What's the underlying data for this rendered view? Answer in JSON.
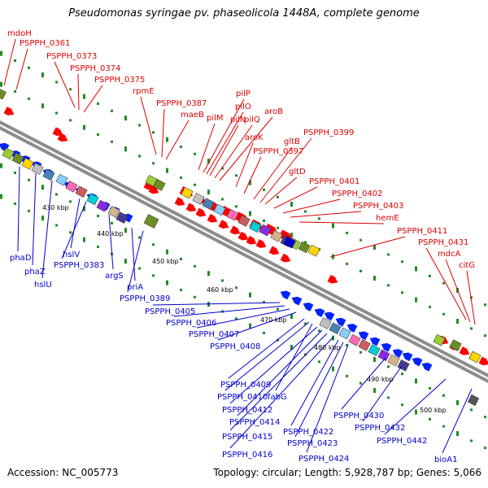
{
  "title": "Pseudomonas syringae pv. phaseolicola 1448A, complete genome",
  "footer": {
    "accession": "Accession: NC_005773",
    "topology": "Topology: circular; Length: 5,928,787 bp; Genes: 5,066"
  },
  "colors": {
    "forward_label": "#dd0000",
    "reverse_label": "#0000cc",
    "forward_gene": "#ff0000",
    "reverse_gene": "#0022ff",
    "backbone": "#8c8c8c",
    "dot": "#228b22"
  },
  "kbp_ticks": [
    "430 kbp",
    "440 kbp",
    "450 kbp",
    "460 kbp",
    "470 kbp",
    "480 kbp",
    "490 kbp",
    "500 kbp"
  ],
  "forward_labels": [
    "mdoH",
    "PSPPH_0361",
    "PSPPH_0373",
    "PSPPH_0374",
    "PSPPH_0375",
    "rpmE",
    "PSPPH_0387",
    "maeB",
    "pilM",
    "pilP",
    "pilO",
    "pilN",
    "pilQ",
    "aroB",
    "aroK",
    "PSPPH_0397",
    "gltB",
    "PSPPH_0399",
    "gltD",
    "PSPPH_0401",
    "PSPPH_0402",
    "PSPPH_0403",
    "hemE",
    "PSPPH_0411",
    "PSPPH_0431",
    "mdcA",
    "citG"
  ],
  "reverse_labels": [
    "phaD",
    "phaZ",
    "hslU",
    "hslV",
    "PSPPH_0383",
    "argS",
    "priA",
    "PSPPH_0389",
    "PSPPH_0405",
    "PSPPH_0406",
    "PSPPH_0407",
    "PSPPH_0408",
    "PSPPH_0409",
    "PSPPH_0410",
    "fabG",
    "PSPPH_0412",
    "PSPPH_0414",
    "PSPPH_0415",
    "PSPPH_0416",
    "PSPPH_0422",
    "PSPPH_0423",
    "PSPPH_0424",
    "PSPPH_0430",
    "PSPPH_0432",
    "PSPPH_0442",
    "bioA1"
  ]
}
